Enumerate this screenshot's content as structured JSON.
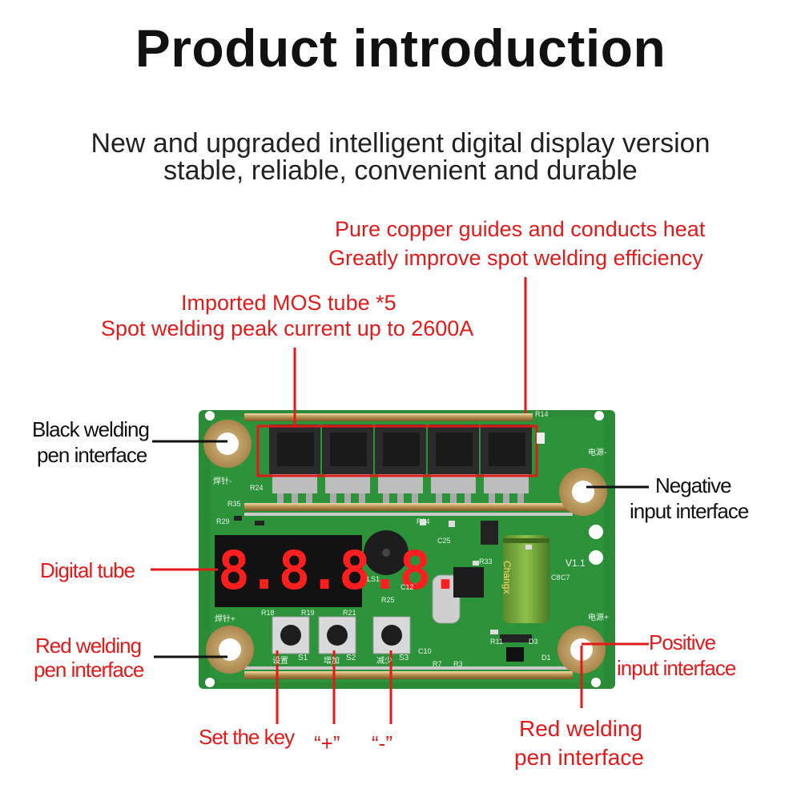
{
  "title": "Product introduction",
  "subtitle": {
    "line1": "New and upgraded intelligent digital display version",
    "line2": "stable, reliable, convenient and durable"
  },
  "callouts": {
    "copper": {
      "line1": "Pure copper guides and conducts heat",
      "line2": "Greatly improve spot welding efficiency"
    },
    "mos": {
      "line1": "Imported MOS tube *5",
      "line2": "Spot welding peak current up to 2600A"
    },
    "black_pen": {
      "line1": "Black welding",
      "line2": "pen interface"
    },
    "negative": {
      "line1": "Negative",
      "line2": "input interface"
    },
    "digital_tube": "Digital tube",
    "red_pen_left": {
      "line1": "Red welding",
      "line2": "pen interface"
    },
    "positive": {
      "line1": "Positive",
      "line2": "input interface"
    },
    "set_key": "Set the key",
    "plus_key": "“+”",
    "minus_key": "“-”",
    "red_pen_bottom": {
      "line1": "Red welding",
      "line2": "pen interface"
    }
  },
  "board": {
    "display_digits": "8.8.8.8.",
    "version": "V1.1",
    "capacitor_brand": "Changx",
    "labels": {
      "neg_input": "电源-",
      "pos_input": "电源+",
      "pen_neg": "焊针-",
      "pen_pos": "焊针+",
      "s1": "S1",
      "s2": "S2",
      "s3": "S3",
      "key1": "设置",
      "key2": "增加",
      "key3": "减少",
      "r14": "R14",
      "r35": "R35",
      "r24": "R24",
      "r29": "R29",
      "r34": "R34",
      "r18": "R18",
      "r19": "R19",
      "r21": "R21",
      "r25": "R25",
      "r33": "R33",
      "r11": "R11",
      "r7": "R7",
      "r3": "R3",
      "c25": "C25",
      "c10": "C10",
      "c12": "C12",
      "c8": "C8",
      "c7": "C7",
      "d1": "D1",
      "d3": "D3",
      "ls1": "LS1"
    }
  },
  "colors": {
    "accent_red": "#e21a1a",
    "pcb_green": "#2e8f3a",
    "copper": "#b8955a"
  }
}
